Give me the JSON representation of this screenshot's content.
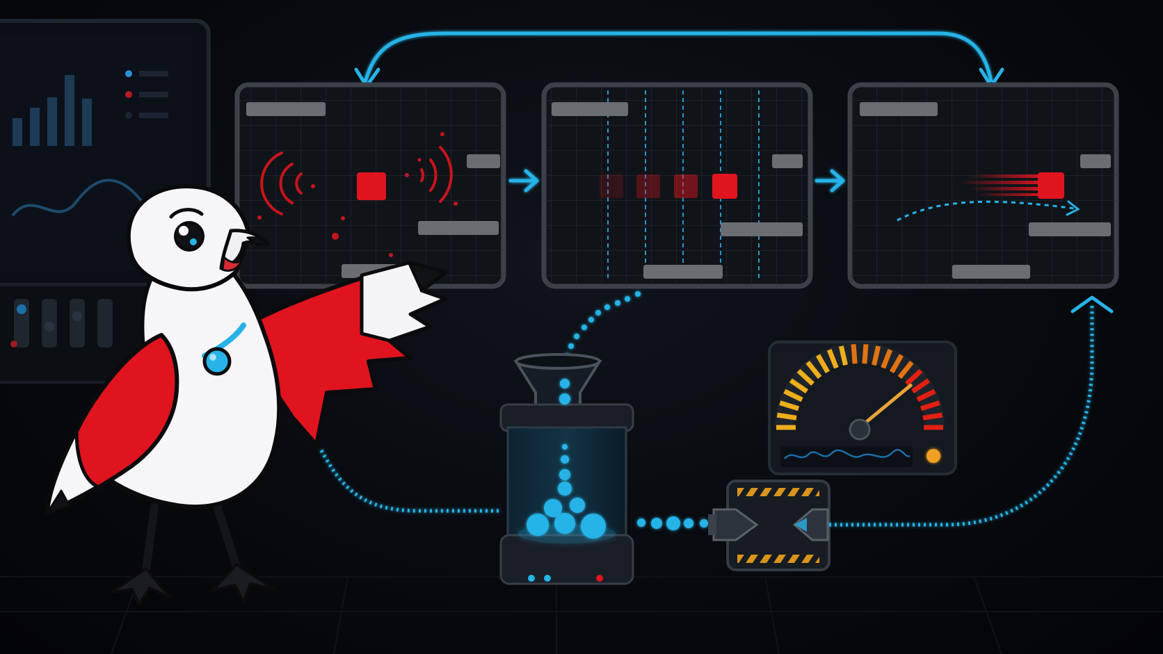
{
  "panels": [
    {
      "id": "noisy-state",
      "has_signal_arcs": true,
      "has_ghost_trail": false,
      "has_motion_blur": false
    },
    {
      "id": "sampled-frames",
      "has_signal_arcs": false,
      "has_ghost_trail": true,
      "has_motion_blur": false
    },
    {
      "id": "predicted-motion",
      "has_signal_arcs": false,
      "has_ghost_trail": false,
      "has_motion_blur": true
    }
  ],
  "gauge": {
    "level": 0.78,
    "status": "amber"
  },
  "colors": {
    "accent_cyan": "#27b3e8",
    "accent_red": "#e0141e",
    "panel_border": "#3c4048",
    "platform": "#6a6d72",
    "gauge_needle": "#e8a33a"
  },
  "icons": [
    "seagull-mascot",
    "funnel-icon",
    "data-tank-icon",
    "connector-icon",
    "gauge-icon",
    "monitor-icon"
  ]
}
